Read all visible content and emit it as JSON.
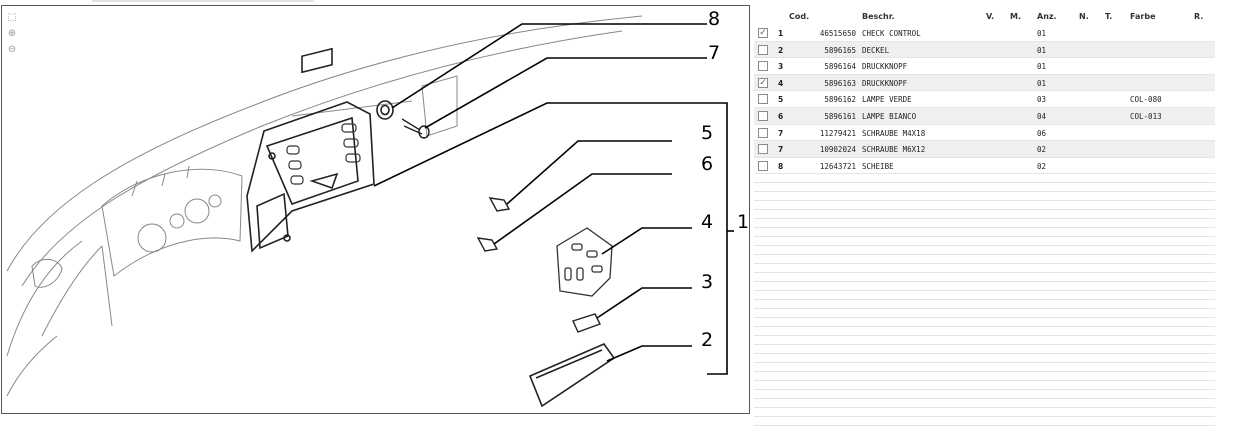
{
  "diagram": {
    "tools": [
      {
        "name": "select-icon",
        "glyph": "⬚"
      },
      {
        "name": "zoom-in-icon",
        "glyph": "⊕"
      },
      {
        "name": "zoom-out-icon",
        "glyph": "⊖"
      }
    ],
    "callouts": [
      "8",
      "7",
      "5",
      "6",
      "4",
      "1",
      "3",
      "2"
    ]
  },
  "table": {
    "headers": {
      "cod": "Cod.",
      "beschr": "Beschr.",
      "v": "V.",
      "m": "M.",
      "anz": "Anz.",
      "n": "N.",
      "t": "T.",
      "farbe": "Farbe",
      "r": "R."
    },
    "rows": [
      {
        "checked": true,
        "num": "1",
        "cod": "46515650",
        "desc": "CHECK CONTROL",
        "anz": "01",
        "farbe": ""
      },
      {
        "checked": false,
        "num": "2",
        "cod": "5896165",
        "desc": "DECKEL",
        "anz": "01",
        "farbe": ""
      },
      {
        "checked": false,
        "num": "3",
        "cod": "5896164",
        "desc": "DRUCKKNOPF",
        "anz": "01",
        "farbe": ""
      },
      {
        "checked": true,
        "num": "4",
        "cod": "5896163",
        "desc": "DRUCKKNOPF",
        "anz": "01",
        "farbe": ""
      },
      {
        "checked": false,
        "num": "5",
        "cod": "5896162",
        "desc": "LAMPE VERDE",
        "anz": "03",
        "farbe": "COL-080"
      },
      {
        "checked": false,
        "num": "6",
        "cod": "5896161",
        "desc": "LAMPE BIANCO",
        "anz": "04",
        "farbe": "COL-013"
      },
      {
        "checked": false,
        "num": "7",
        "cod": "11279421",
        "desc": "SCHRAUBE M4X18",
        "anz": "06",
        "farbe": ""
      },
      {
        "checked": false,
        "num": "7",
        "cod": "10902024",
        "desc": "SCHRAUBE M6X12",
        "anz": "02",
        "farbe": ""
      },
      {
        "checked": false,
        "num": "8",
        "cod": "12643721",
        "desc": "SCHEIBE",
        "anz": "02",
        "farbe": ""
      }
    ],
    "check_glyph": "✓"
  }
}
